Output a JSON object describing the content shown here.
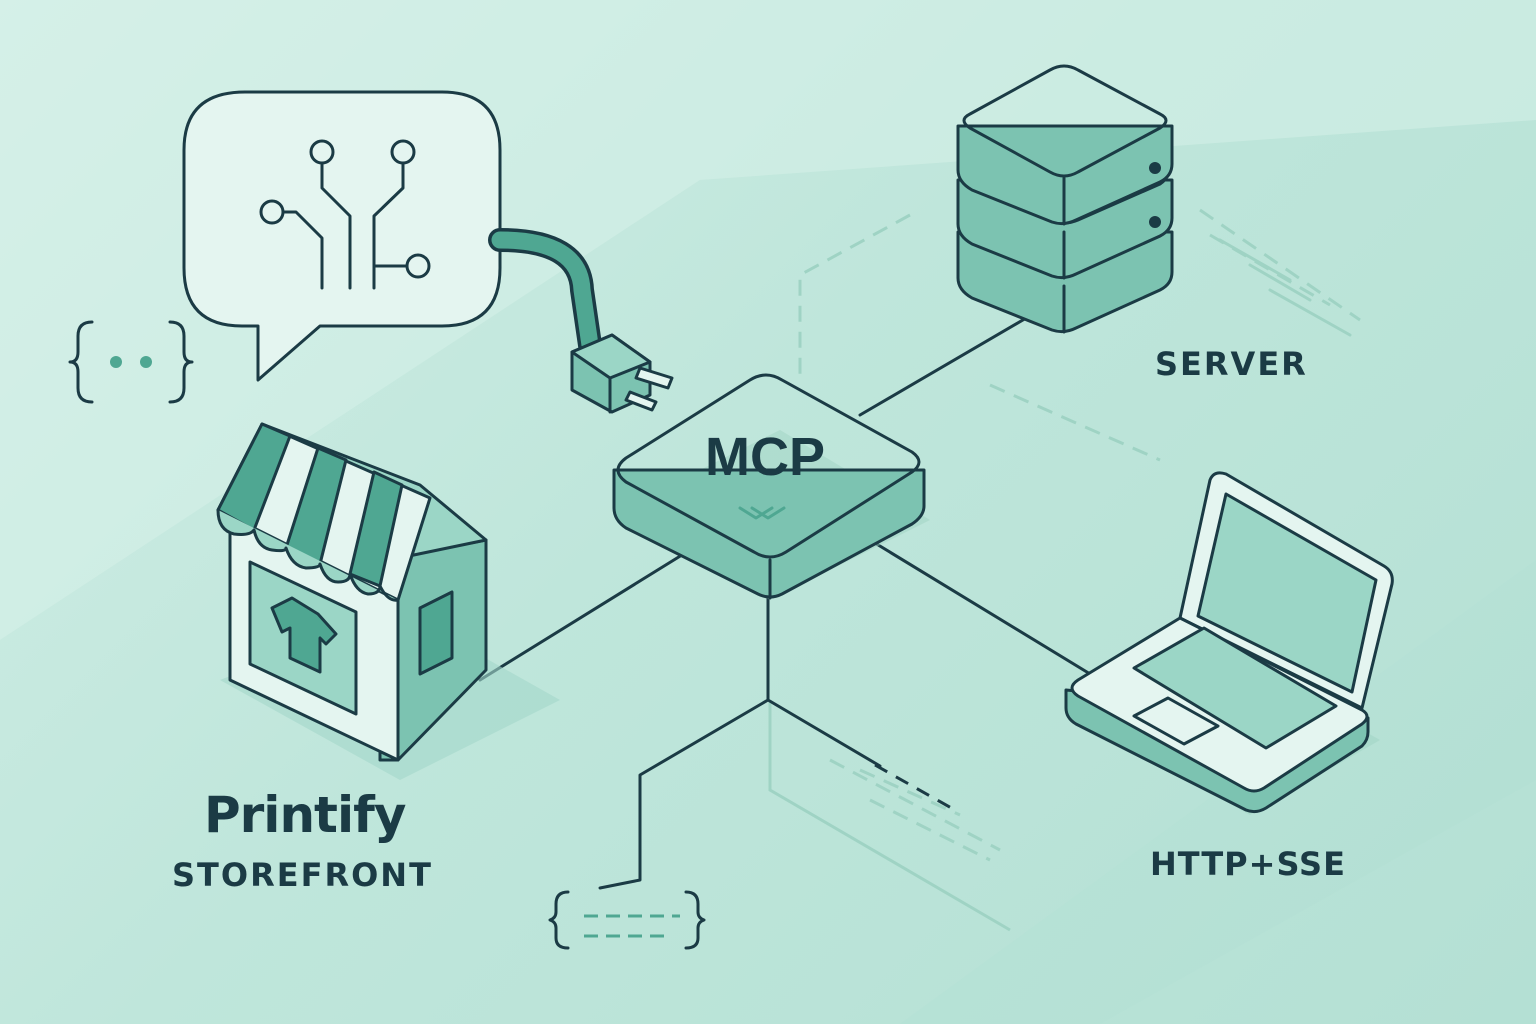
{
  "hub": {
    "label": "MCP"
  },
  "nodes": {
    "storefront": {
      "title": "Printify",
      "subtitle": "STOREFRONT"
    },
    "server": {
      "label": "SERVER"
    },
    "client": {
      "label": "HTTP+SSE"
    }
  },
  "icons": [
    "chat-bubble-circuit-icon",
    "plug-icon",
    "code-braces-icon",
    "storefront-icon",
    "t-shirt-icon",
    "server-stack-icon",
    "laptop-icon",
    "mcp-hub-icon"
  ],
  "colors": {
    "stroke": "#1b3b45",
    "fill_light": "#e4f5f0",
    "fill_mid": "#9bd6c6",
    "fill_dark": "#4fa792",
    "background": "#c6e9df"
  }
}
